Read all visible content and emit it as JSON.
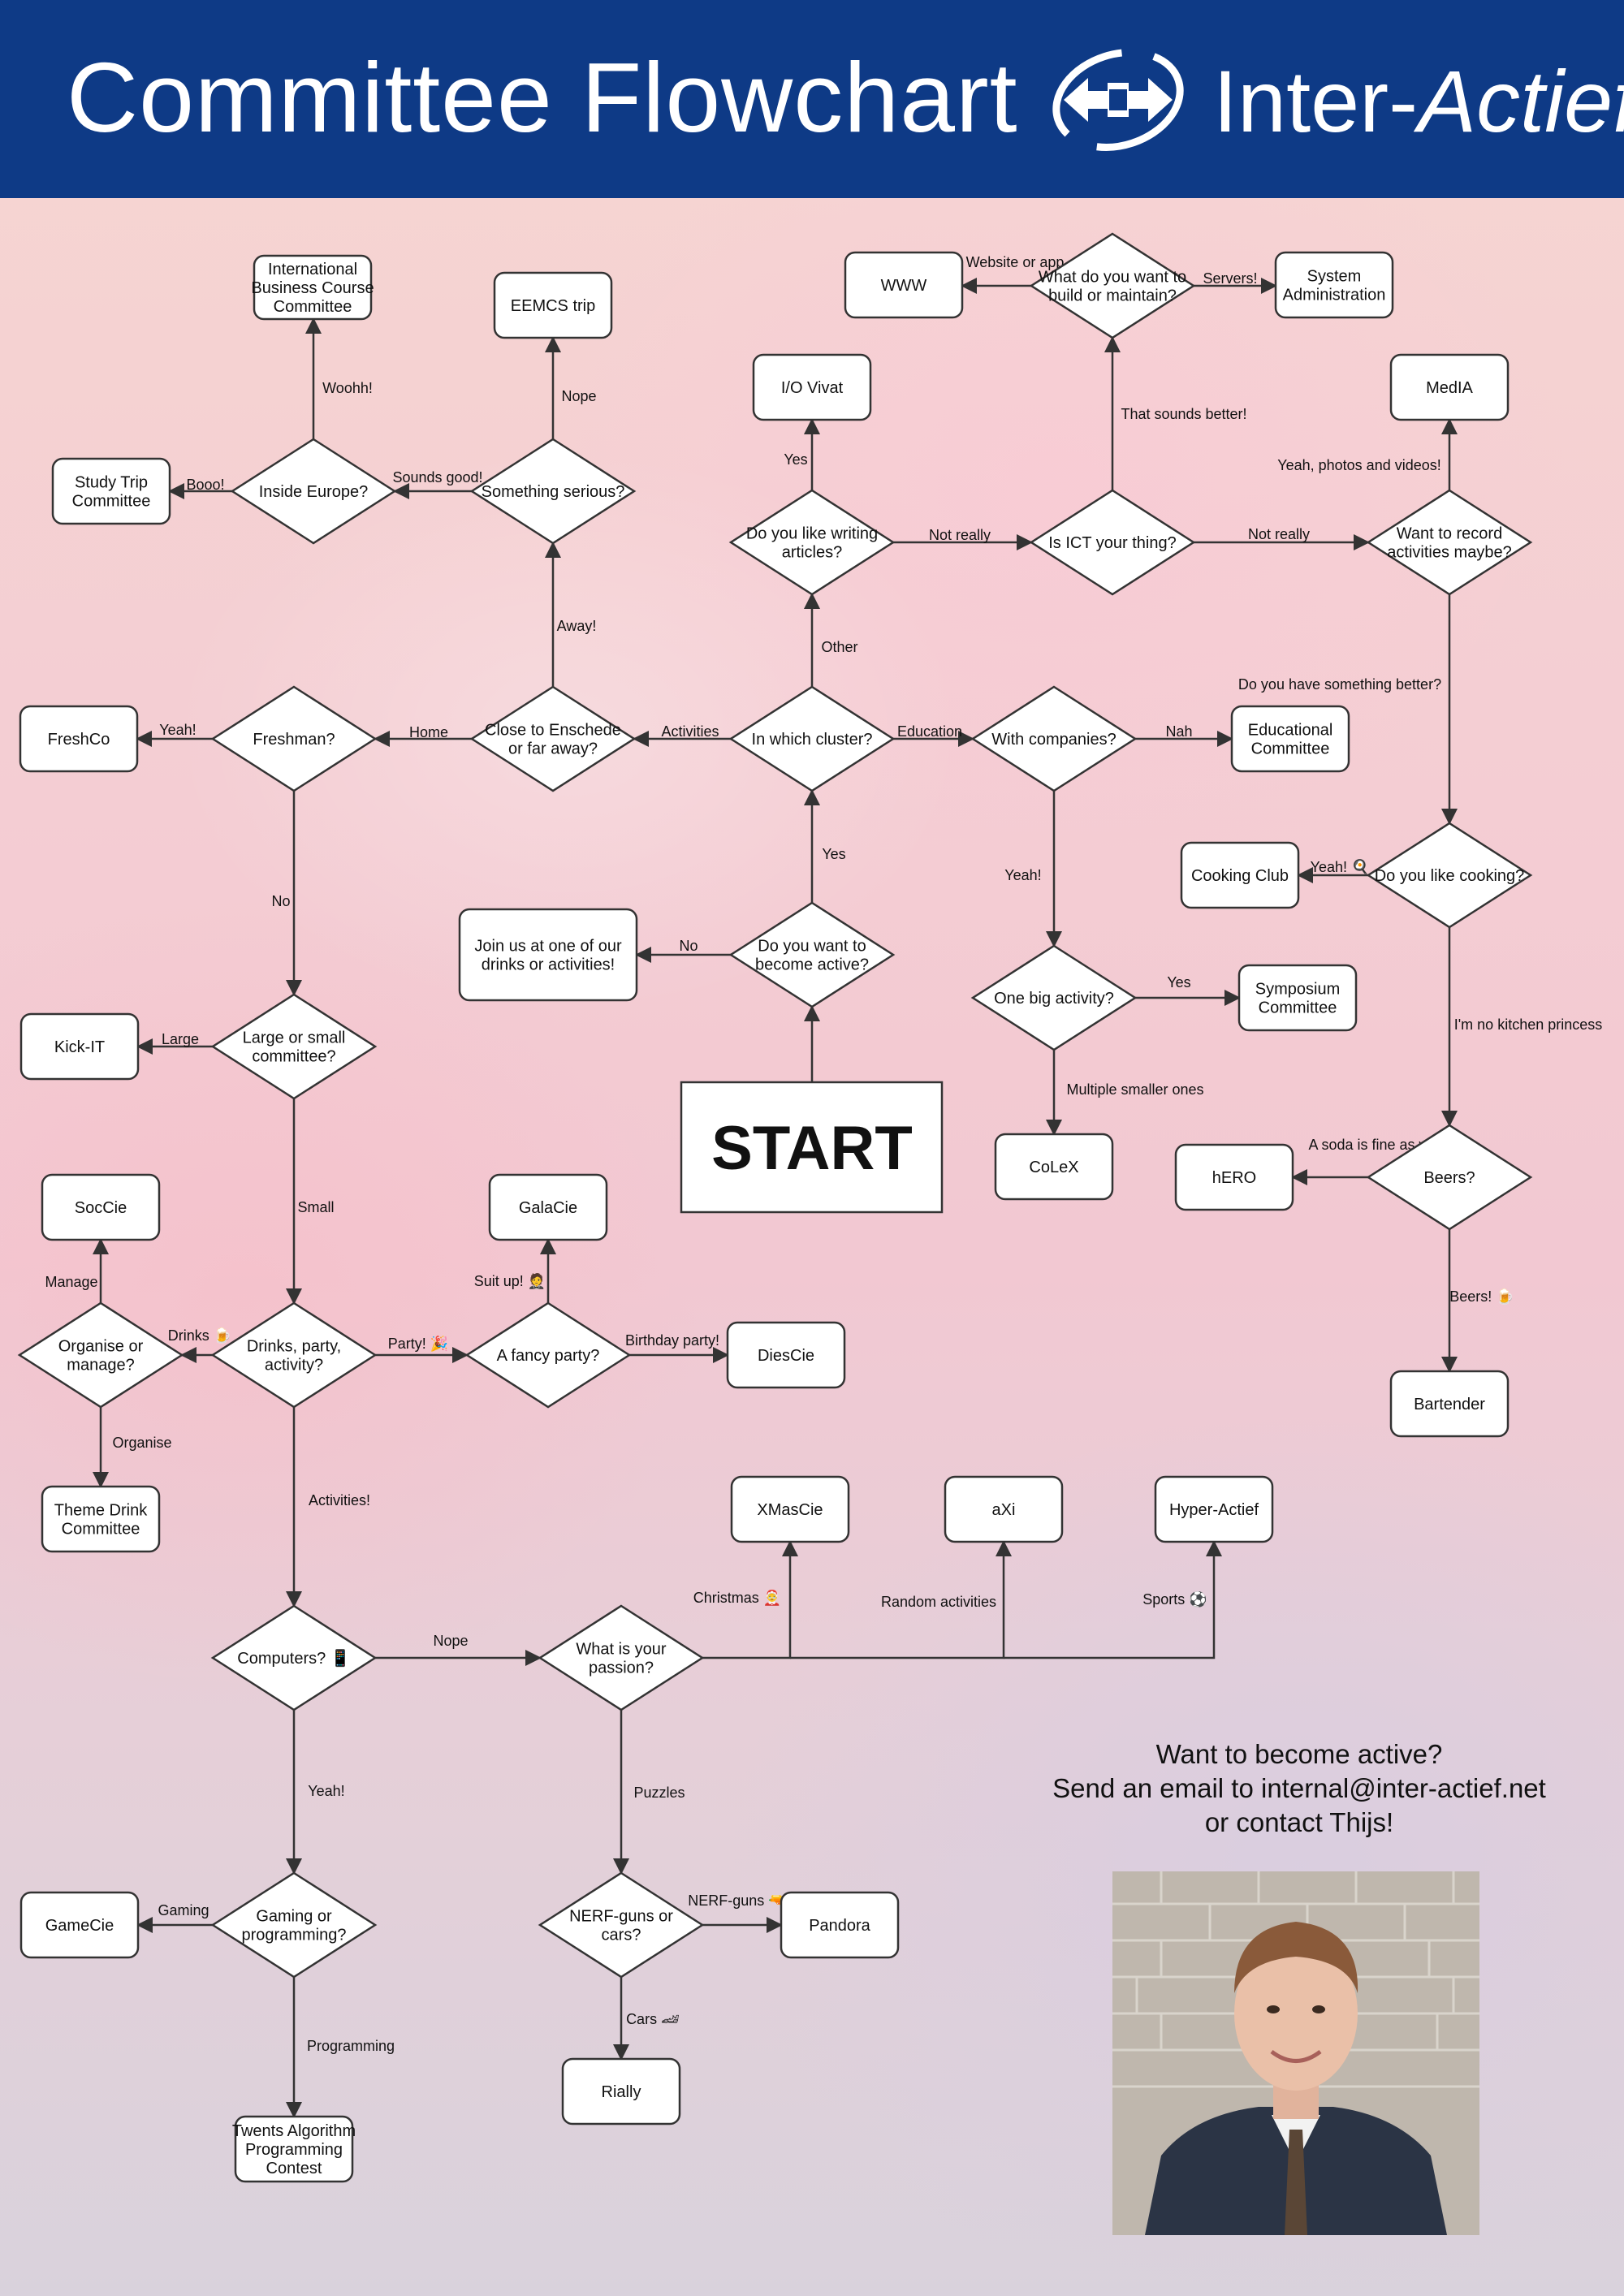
{
  "header": {
    "title": "Committee Flowchart",
    "brand_main": "Inter-",
    "brand_italic": "Actief",
    "bg_color": "#0e3a86"
  },
  "start_label": "START",
  "nodes": {
    "ibc": [
      "International",
      "Business Course",
      "Committee"
    ],
    "eemcs": [
      "EEMCS trip"
    ],
    "www": [
      "WWW"
    ],
    "sysadmin": [
      "System",
      "Administration"
    ],
    "iovivat": [
      "I/O Vivat"
    ],
    "media": [
      "MedIA"
    ],
    "studytrip": [
      "Study Trip",
      "Committee"
    ],
    "freshco": [
      "FreshCo"
    ],
    "educational": [
      "Educational",
      "Committee"
    ],
    "cookingclub": [
      "Cooking Club"
    ],
    "joinus": [
      "Join us at one of our",
      "drinks or activities!"
    ],
    "kickit": [
      "Kick-IT"
    ],
    "symposium": [
      "Symposium",
      "Committee"
    ],
    "colex": [
      "CoLeX"
    ],
    "hero": [
      "hERO"
    ],
    "soccie": [
      "SocCie"
    ],
    "galacie": [
      "GalaCie"
    ],
    "diescie": [
      "DiesCie"
    ],
    "bartender": [
      "Bartender"
    ],
    "themedrink": [
      "Theme Drink",
      "Committee"
    ],
    "xmascie": [
      "XMasCie"
    ],
    "axi": [
      "aXi"
    ],
    "hyperactief": [
      "Hyper-Actief"
    ],
    "gamecie": [
      "GameCie"
    ],
    "pandora": [
      "Pandora"
    ],
    "rially": [
      "Rially"
    ],
    "tapc": [
      "Twents Algorithm",
      "Programming",
      "Contest"
    ]
  },
  "decisions": {
    "build": [
      "What do you want to",
      "build or maintain?"
    ],
    "inside_europe": [
      "Inside Europe?"
    ],
    "something_serious": [
      "Something serious?"
    ],
    "writing": [
      "Do you like writing",
      "articles?"
    ],
    "ict": [
      "Is ICT your thing?"
    ],
    "record": [
      "Want to record",
      "activities maybe?"
    ],
    "freshman": [
      "Freshman?"
    ],
    "enschede": [
      "Close to Enschede",
      "or far away?"
    ],
    "cluster": [
      "In which cluster?"
    ],
    "companies": [
      "With companies?"
    ],
    "cooking": [
      "Do you like cooking?"
    ],
    "become_active": [
      "Do you want to",
      "become active?"
    ],
    "big_activity": [
      "One big activity?"
    ],
    "committee_size": [
      "Large or small",
      "committee?"
    ],
    "beers": [
      "Beers?"
    ],
    "organise": [
      "Organise or",
      "manage?"
    ],
    "drinks_party": [
      "Drinks, party,",
      "activity?"
    ],
    "fancy_party": [
      "A fancy party?"
    ],
    "computers": [
      "Computers? 📱"
    ],
    "passion": [
      "What is your",
      "passion?"
    ],
    "gaming": [
      "Gaming or",
      "programming?"
    ],
    "nerf": [
      "NERF-guns or",
      "cars?"
    ]
  },
  "edges": {
    "start_up": "",
    "yes_cluster": "Yes",
    "no_join": "No",
    "activities": "Activities",
    "education": "Education",
    "other": "Other",
    "nah": "Nah",
    "yeah_big": "Yeah!",
    "yes_symposium": "Yes",
    "multiple": "Multiple smaller ones",
    "home": "Home",
    "away": "Away!",
    "sounds_good": "Sounds good!",
    "nope_eemcs": "Nope",
    "woohh": "Woohh!",
    "booo": "Booo!",
    "yeah_fresh": "Yeah!",
    "no_size": "No",
    "large": "Large",
    "small": "Small",
    "drinks": "Drinks 🍺",
    "party": "Party! 🎉",
    "suit_up": "Suit up! 🤵",
    "birthday": "Birthday party!",
    "manage": "Manage",
    "organise": "Organise",
    "activities_comp": "Activities!",
    "nope_passion": "Nope",
    "yeah_gaming": "Yeah!",
    "gaming": "Gaming",
    "programming": "Programming",
    "christmas": "Christmas 🤶",
    "random": "Random activities",
    "sports": "Sports ⚽",
    "puzzles": "Puzzles",
    "nerf_guns": "NERF-guns 🔫",
    "cars": "Cars 🏎",
    "yes_writing": "Yes",
    "not_really_ict": "Not really",
    "not_really_record": "Not really",
    "sounds_better": "That sounds better!",
    "website": "Website or app",
    "servers": "Servers!",
    "photos": "Yeah, photos and videos!",
    "better": "Do you have something better?",
    "yeah_cook": "Yeah! 🍳",
    "kitchen": "I'm no kitchen princess",
    "soda": "A soda is fine as well",
    "beers_yes": "Beers! 🍺"
  },
  "contact": {
    "line1": "Want to become active?",
    "line2": "Send an email to internal@inter-actief.net",
    "line3": "or contact Thijs!"
  }
}
